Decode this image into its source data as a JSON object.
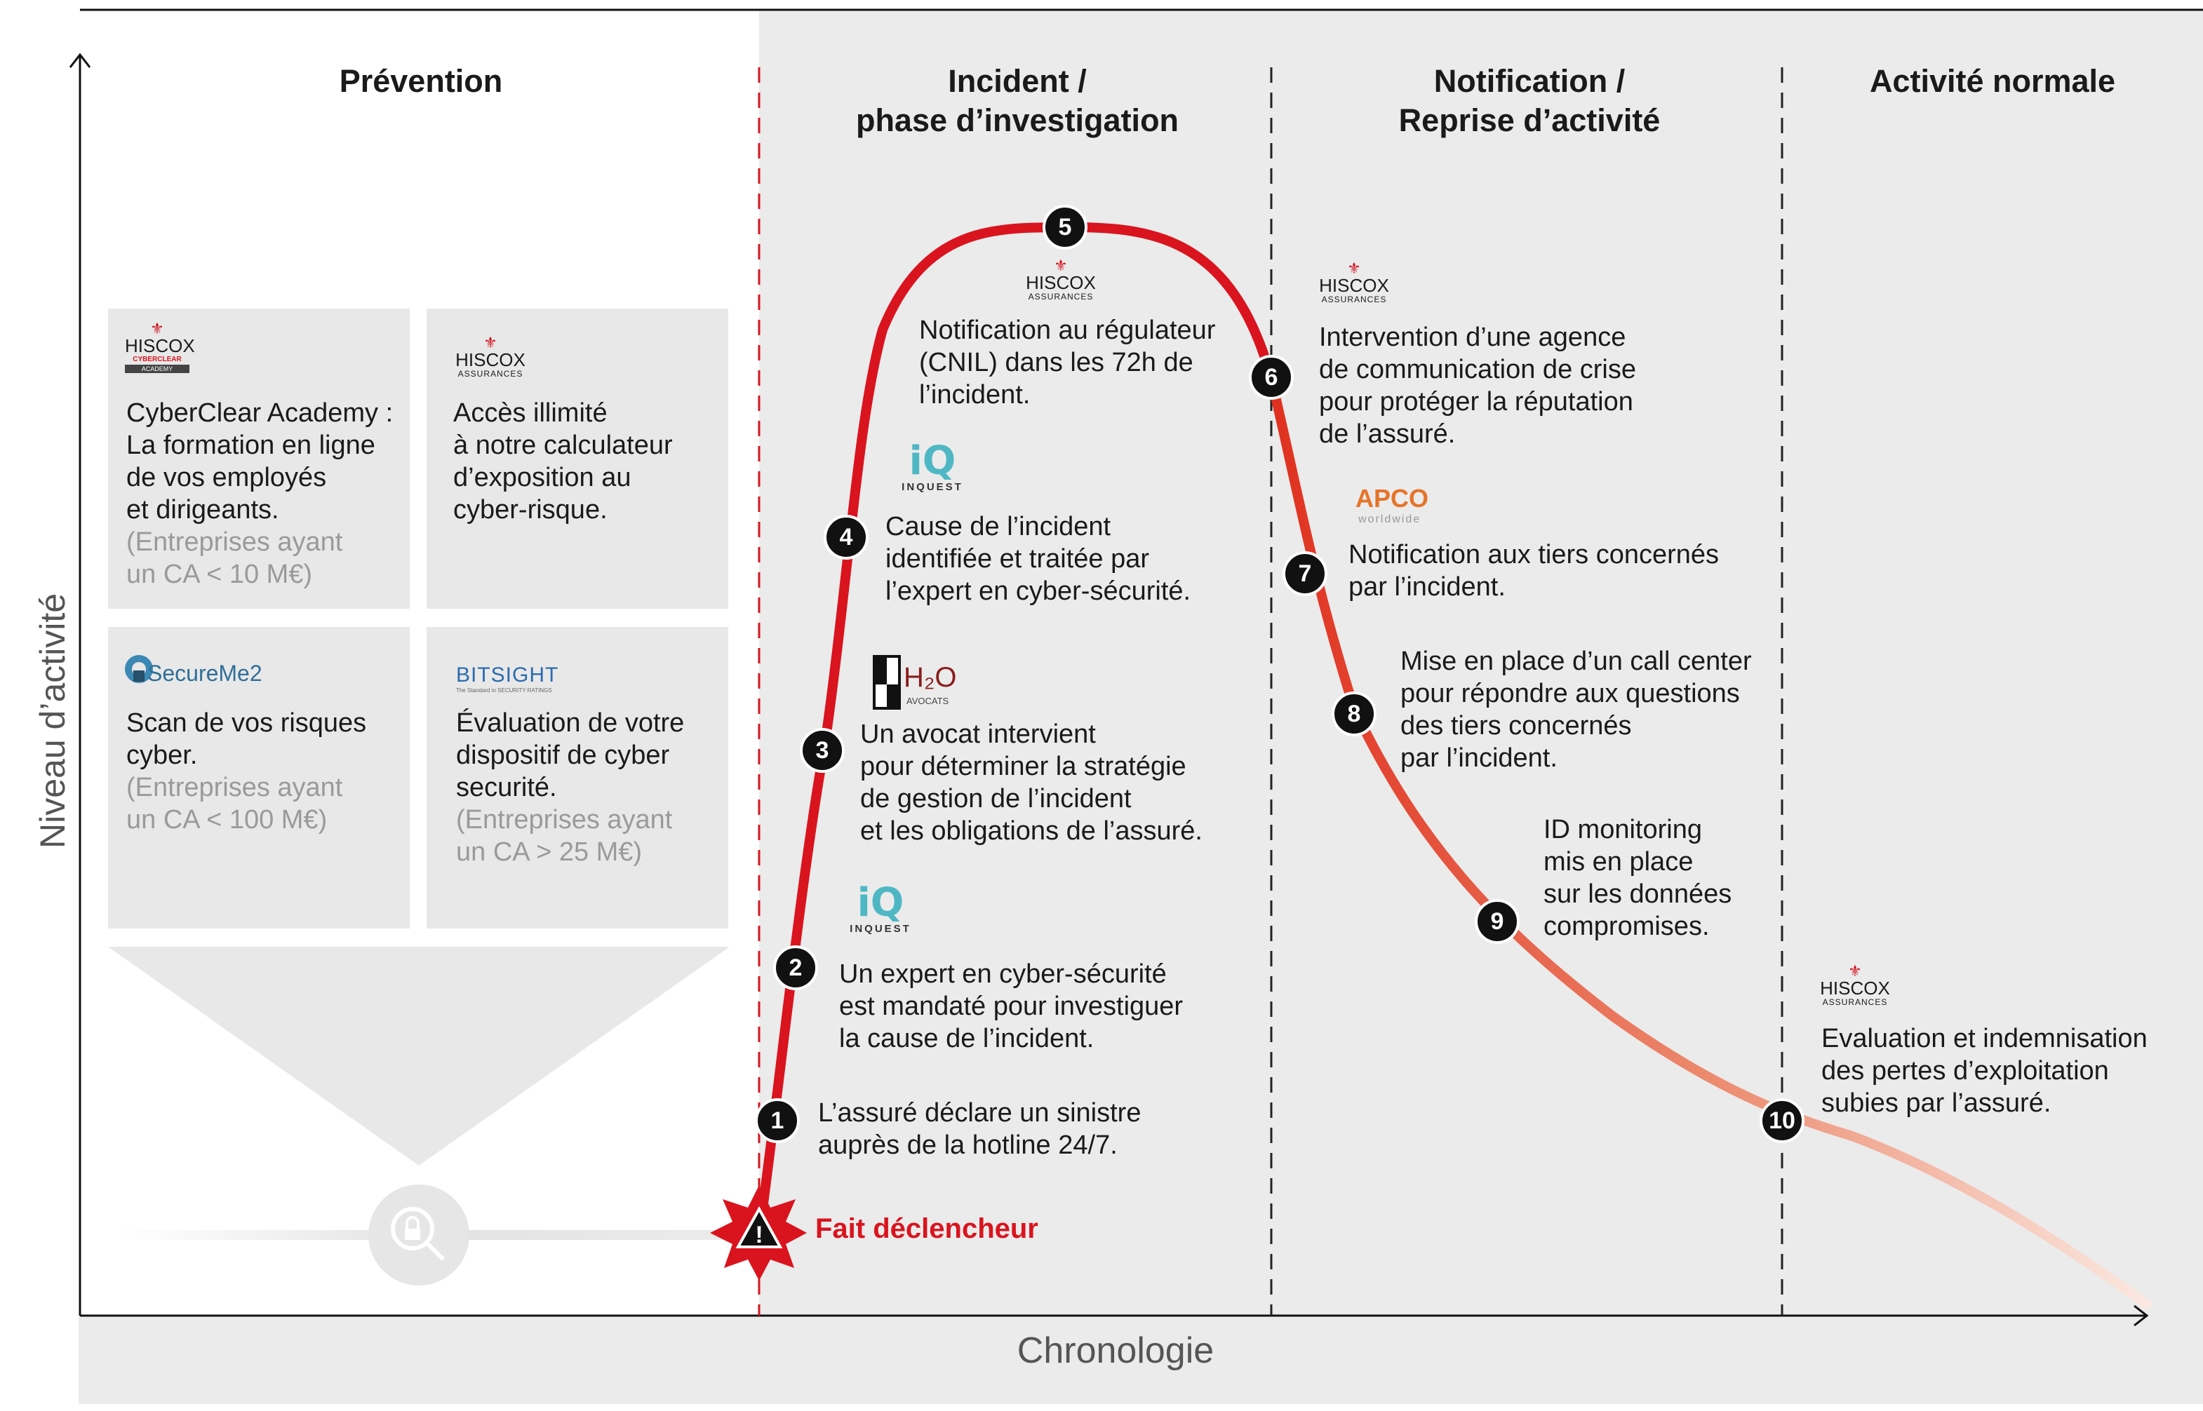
{
  "axes": {
    "y_label": "Niveau d’activité",
    "x_label": "Chronologie"
  },
  "phases": [
    {
      "title": "Prévention"
    },
    {
      "title": "Incident /\nphase d’investigation"
    },
    {
      "title": "Notification /\nReprise d’activité"
    },
    {
      "title": "Activité normale"
    }
  ],
  "prevention_cards": [
    {
      "logo": "HISCOX",
      "logo_sub": "CYBERCLEAR ACADEMY",
      "text": "CyberClear Academy :\nLa formation en ligne\nde vos employés\net dirigeants.",
      "note": "(Entreprises ayant\nun CA < 10 M€)"
    },
    {
      "logo": "HISCOX",
      "logo_sub": "ASSURANCES",
      "text": "Accès illimité\nà notre calculateur\nd’exposition au\ncyber-risque.",
      "note": ""
    },
    {
      "logo": "SecureMe2",
      "logo_sub": "",
      "text": "Scan de vos risques\ncyber.",
      "note": "(Entreprises ayant\nun CA < 100 M€)"
    },
    {
      "logo": "BITSIGHT",
      "logo_sub": "",
      "text": "Évaluation de votre\ndispositif de cyber\nsecurité.",
      "note": "(Entreprises ayant\nun CA > 25 M€)"
    }
  ],
  "trigger": {
    "label": "Fait déclencheur"
  },
  "steps": [
    {
      "number": "1",
      "text": "L’assuré déclare un sinistre\nauprès de la hotline 24/7."
    },
    {
      "number": "2",
      "text": "Un expert en cyber-sécurité\nest mandaté pour investiguer\nla cause de l’incident.",
      "logo": "INQUEST"
    },
    {
      "number": "3",
      "text": "Un avocat intervient\npour déterminer la stratégie\nde gestion de l’incident\net les obligations de l’assuré.",
      "logo": "H2O AVOCATS"
    },
    {
      "number": "4",
      "text": "Cause de l’incident\nidentifiée et traitée par\nl’expert en cyber-sécurité.",
      "logo": "INQUEST"
    },
    {
      "number": "5",
      "text": "Notification au régulateur\n(CNIL) dans les 72h de\nl’incident.",
      "logo": "HISCOX"
    },
    {
      "number": "6",
      "text": "Intervention d’une agence\nde communication de crise\npour protéger la réputation\nde l’assuré.",
      "logo": "HISCOX"
    },
    {
      "number": "7",
      "text": "Notification aux tiers concernés\npar l’incident.",
      "logo": "APCO"
    },
    {
      "number": "8",
      "text": "Mise en place d’un call center\npour répondre aux questions\ndes tiers concernés\npar l’incident."
    },
    {
      "number": "9",
      "text": "ID monitoring\nmis en place\nsur les données\ncompromises."
    },
    {
      "number": "10",
      "text": "Evaluation et indemnisation\ndes pertes d’exploitation\nsubies par l’assuré.",
      "logo": "HISCOX"
    }
  ],
  "logos": {
    "hiscox": {
      "brand": "HISCOX",
      "sub": "ASSURANCES",
      "fleur": "⚜"
    },
    "cyberclear": {
      "line1": "CYBERCLEAR",
      "line2": "ACADEMY"
    },
    "inquest": {
      "mark": "iQ",
      "name": "INQUEST"
    },
    "h2o": {
      "mark": "H₂O",
      "name": "AVOCATS"
    },
    "apco": {
      "mark": "APCO",
      "name": "worldwide"
    },
    "secureme2": {
      "mark": "SecureMe2"
    },
    "bitsight": {
      "mark": "BITSIGHT",
      "tagline": "The Standard in SECURITY RATINGS"
    }
  },
  "colors": {
    "curve_red": "#d9141e",
    "curve_fade": "#f0b7a3",
    "panel_grey": "#e8e8e8",
    "band_grey": "#ebebeb"
  }
}
